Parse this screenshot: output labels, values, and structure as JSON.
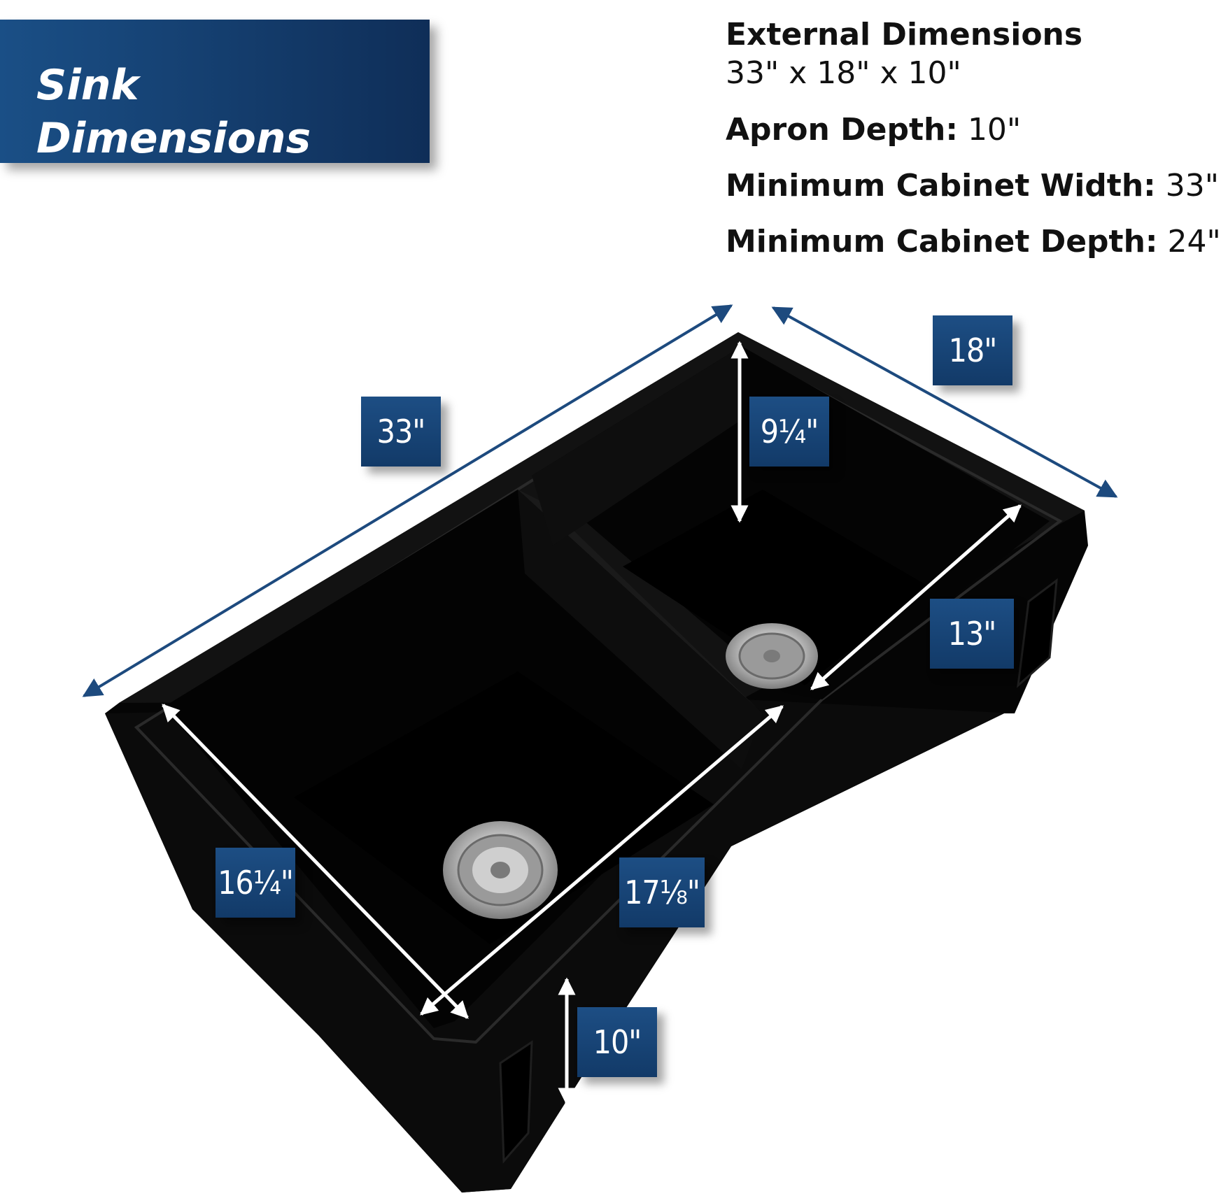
{
  "title": {
    "line1": "Sink",
    "line2": "Dimensions"
  },
  "specs": {
    "heading": "External Dimensions",
    "external": "33\" x 18\" x 10\"",
    "apron_label": "Apron Depth:",
    "apron_value": "10\"",
    "width_label": "Minimum Cabinet Width:",
    "width_value": "33\"",
    "depth_label": "Minimum Cabinet Depth:",
    "depth_value": "24\""
  },
  "labels": {
    "length": "33\"",
    "width": "18\"",
    "depth": "9¼\"",
    "small_bowl": "13\"",
    "large_bowl_width": "16¼\"",
    "bowl_length": "17⅛\"",
    "apron": "10\""
  },
  "colors": {
    "banner": "#1a4f86",
    "badge": "#174476",
    "arrow_outer": "#1d4a7e",
    "sink": "#050505"
  }
}
